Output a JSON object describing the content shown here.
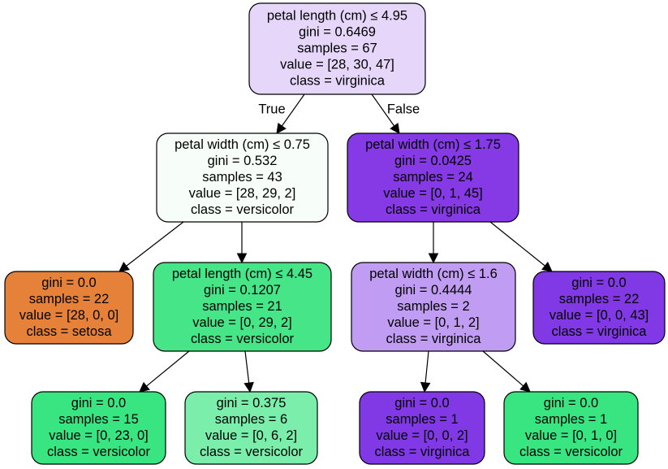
{
  "tree": {
    "nodes": [
      {
        "id": "root",
        "fill": "#e5d6fa",
        "lines": [
          "petal length (cm) ≤ 4.95",
          "gini = 0.6469",
          "samples = 67",
          "value = [28, 30, 47]",
          "class = virginica"
        ]
      },
      {
        "id": "left",
        "fill": "#f7fefa",
        "lines": [
          "petal width (cm) ≤ 0.75",
          "gini = 0.532",
          "samples = 43",
          "value = [28, 29, 2]",
          "class = versicolor"
        ]
      },
      {
        "id": "right",
        "fill": "#853ae6",
        "lines": [
          "petal width (cm) ≤ 1.75",
          "gini = 0.0425",
          "samples = 24",
          "value = [0, 1, 45]",
          "class = virginica"
        ]
      },
      {
        "id": "ll",
        "fill": "#e58139",
        "lines": [
          "gini = 0.0",
          "samples = 22",
          "value = [28, 0, 0]",
          "class = setosa"
        ]
      },
      {
        "id": "lr",
        "fill": "#46e587",
        "lines": [
          "petal length (cm) ≤ 4.45",
          "gini = 0.1207",
          "samples = 21",
          "value = [0, 29, 2]",
          "class = versicolor"
        ]
      },
      {
        "id": "rl",
        "fill": "#c09cf2",
        "lines": [
          "petal width (cm) ≤ 1.6",
          "gini = 0.4444",
          "samples = 2",
          "value = [0, 1, 2]",
          "class = virginica"
        ]
      },
      {
        "id": "rr",
        "fill": "#8139e5",
        "lines": [
          "gini = 0.0",
          "samples = 22",
          "value = [0, 0, 43]",
          "class = virginica"
        ]
      },
      {
        "id": "lrl",
        "fill": "#39e581",
        "lines": [
          "gini = 0.0",
          "samples = 15",
          "value = [0, 23, 0]",
          "class = versicolor"
        ]
      },
      {
        "id": "lrr",
        "fill": "#7beeab",
        "lines": [
          "gini = 0.375",
          "samples = 6",
          "value = [0, 6, 2]",
          "class = versicolor"
        ]
      },
      {
        "id": "rll",
        "fill": "#8139e5",
        "lines": [
          "gini = 0.0",
          "samples = 1",
          "value = [0, 0, 2]",
          "class = virginica"
        ]
      },
      {
        "id": "rlr",
        "fill": "#39e581",
        "lines": [
          "gini = 0.0",
          "samples = 1",
          "value = [0, 1, 0]",
          "class = versicolor"
        ]
      }
    ],
    "edges": [
      {
        "from": "root",
        "to": "left",
        "label": "True"
      },
      {
        "from": "root",
        "to": "right",
        "label": "False"
      },
      {
        "from": "left",
        "to": "ll",
        "label": ""
      },
      {
        "from": "left",
        "to": "lr",
        "label": ""
      },
      {
        "from": "right",
        "to": "rl",
        "label": ""
      },
      {
        "from": "right",
        "to": "rr",
        "label": ""
      },
      {
        "from": "lr",
        "to": "lrl",
        "label": ""
      },
      {
        "from": "lr",
        "to": "lrr",
        "label": ""
      },
      {
        "from": "rl",
        "to": "rll",
        "label": ""
      },
      {
        "from": "rl",
        "to": "rlr",
        "label": ""
      }
    ]
  }
}
